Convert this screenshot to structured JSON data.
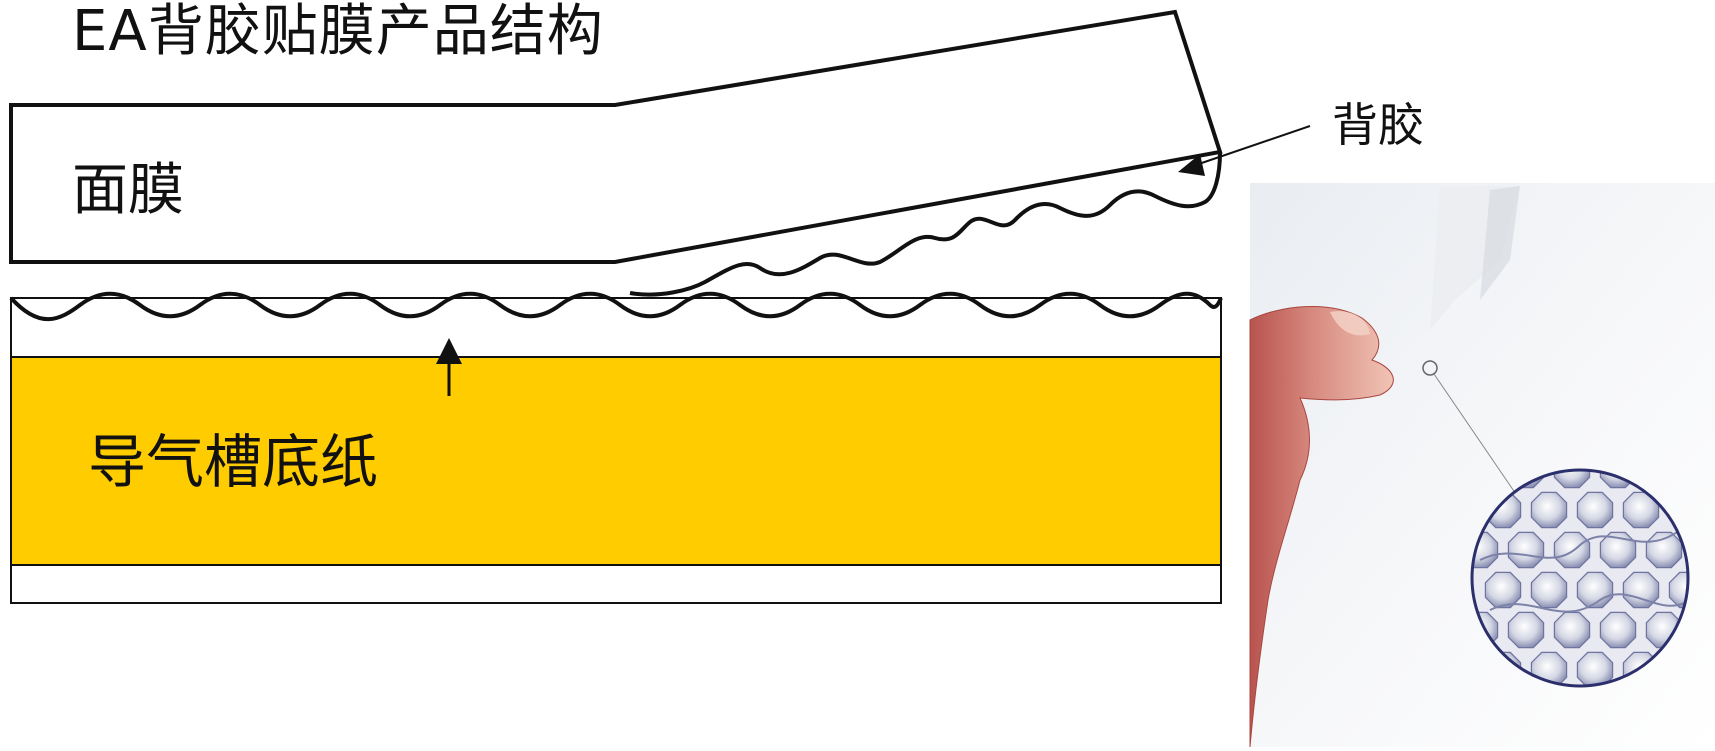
{
  "diagram": {
    "title": "EA背胶贴膜产品结构",
    "labels": {
      "face_film": "面膜",
      "release_liner": "导气槽底纸",
      "adhesive": "背胶"
    },
    "colors": {
      "liner_fill": "#FFCC00",
      "line": "#111111",
      "background": "#FFFFFF"
    },
    "photo": {
      "subject": "hand peeling film from liner, with magnified circular inset showing hexagonal air-channel adhesive pattern"
    }
  }
}
